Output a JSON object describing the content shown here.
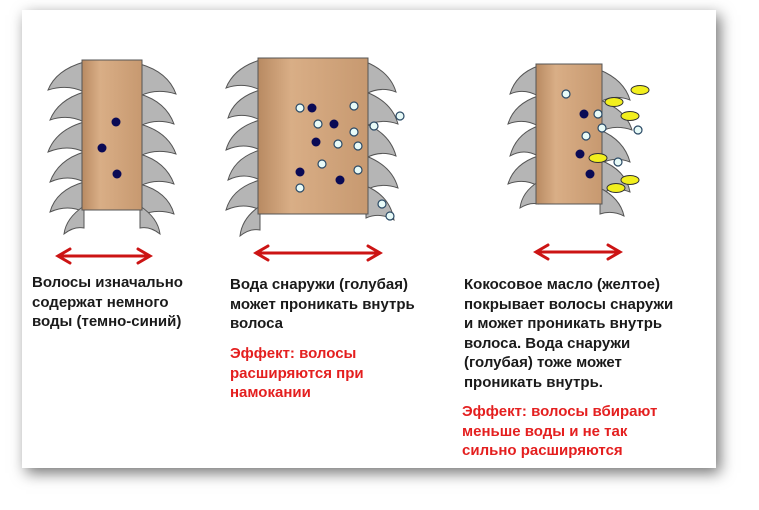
{
  "panels": [
    {
      "caption": [
        "Волосы изначально",
        "содержат немного",
        "воды (темно-синий)"
      ],
      "effect": []
    },
    {
      "caption": [
        "Вода снаружи (голубая)",
        "может проникать внутрь",
        "волоса"
      ],
      "effect": [
        "Эффект: волосы",
        "расширяются при",
        "намокании"
      ]
    },
    {
      "caption": [
        "Кокосовое масло (желтое)",
        "покрывает волосы снаружи",
        "и может проникать внутрь",
        "волоса. Вода снаружи",
        "(голубая) тоже может",
        "проникать внутрь."
      ],
      "effect": [
        "Эффект: волосы вбирают",
        "меньше воды и не так",
        "сильно расширяются"
      ]
    }
  ],
  "colors": {
    "hair_shaft": "#d2a57b",
    "cuticle_scale": "#b2b2b2",
    "water_inside": "#0a0a55",
    "water_outside": "#e8fbf8",
    "coconut_oil": "#f2ef1e",
    "arrow": "#cc1414",
    "effect_text": "#e41f1f"
  }
}
